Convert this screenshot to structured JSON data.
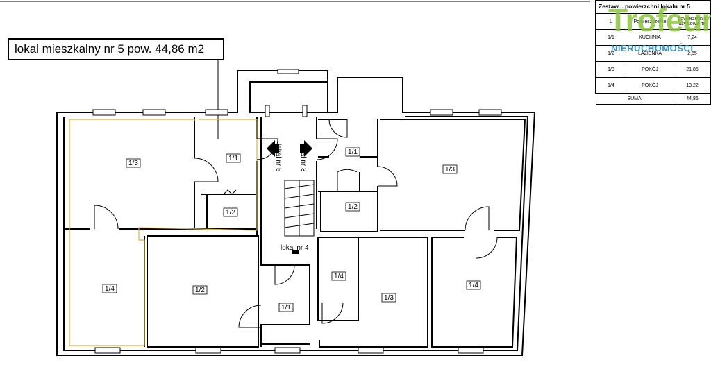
{
  "title_label": "lokal mieszkalny nr 5  pow. 44,86 m2",
  "legend": {
    "title": "Zestaw... powierzchni lokalu nr 5",
    "header": [
      "L",
      "Pomieszczenie",
      "powierzchnia użytkowa m²"
    ],
    "rows": [
      {
        "id": "1/1",
        "name": "KUCHNIA",
        "area": "7,24"
      },
      {
        "id": "1/2",
        "name": "ŁAZIENKA",
        "area": "2,55"
      },
      {
        "id": "1/3",
        "name": "POKÓJ",
        "area": "21,85"
      },
      {
        "id": "1/4",
        "name": "POKÓJ",
        "area": "13,22"
      }
    ],
    "sum_label": "SUMA:",
    "sum_value": "44,86"
  },
  "logo": {
    "word": "Trofeum",
    "sub": "NIERUCHOMOŚCI"
  },
  "rooms": {
    "l13": "1/3",
    "l11": "1/1",
    "l12": "1/2",
    "l14": "1/4",
    "l12b": "1/2",
    "c11": "1/1",
    "r11": "1/1",
    "r12": "1/2",
    "r13": "1/3",
    "r14": "1/4",
    "r13b": "1/3",
    "r14b": "1/4"
  },
  "stair_labels": {
    "left": "lokal nr 5",
    "right": "lokal nr 3",
    "bottom": "lokal nr 4"
  },
  "colors": {
    "highlight": "#e0b23a",
    "wall": "#000000"
  }
}
